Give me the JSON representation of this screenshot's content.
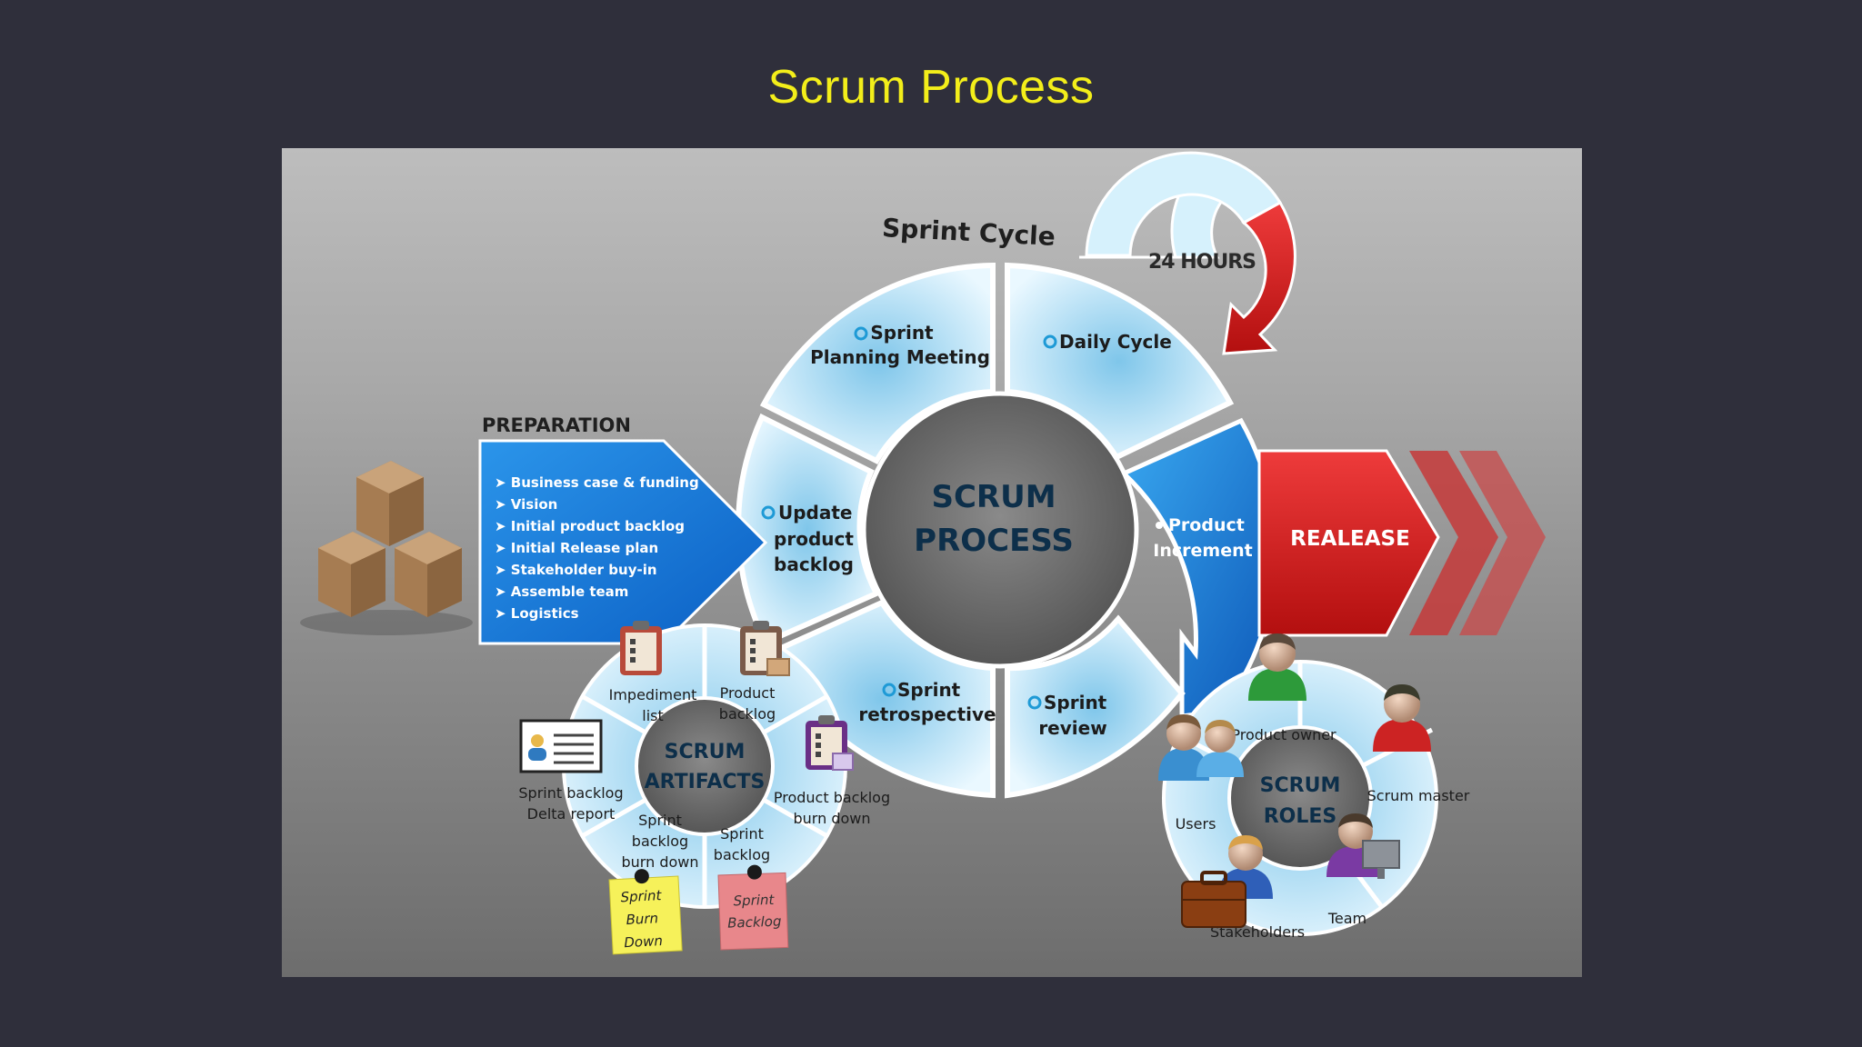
{
  "slide": {
    "title": "Scrum Process"
  },
  "diagram": {
    "sprint_cycle_label": "Sprint Cycle",
    "center": {
      "line1": "SCRUM",
      "line2": "PROCESS"
    },
    "daily_cycle_label": "24 HOURS",
    "segments": {
      "planning": {
        "line1": "Sprint",
        "line2": "Planning Meeting"
      },
      "daily": {
        "line1": "Daily Cycle"
      },
      "increment": {
        "line1": "Product",
        "line2": "Increment"
      },
      "review": {
        "line1": "Sprint",
        "line2": "review"
      },
      "retrospective": {
        "line1": "Sprint",
        "line2": "retrospective"
      },
      "update": {
        "line1": "Update",
        "line2": "product",
        "line3": "backlog"
      }
    },
    "preparation": {
      "heading": "PREPARATION",
      "items": [
        "Business case  & funding",
        "Vision",
        "Initial product backlog",
        "Initial Release plan",
        "Stakeholder buy-in",
        "Assemble team",
        "Logistics"
      ]
    },
    "release_label": "REALEASE",
    "artifacts": {
      "center_line1": "SCRUM",
      "center_line2": "ARTIFACTS",
      "impediment": {
        "line1": "Impediment",
        "line2": "list"
      },
      "product_backlog": {
        "line1": "Product",
        "line2": "backlog"
      },
      "burndown": {
        "line1": "Product backlog",
        "line2": "burn down"
      },
      "sprint_backlog": {
        "line1": "Sprint",
        "line2": "backlog"
      },
      "sprint_burndown": {
        "line1": "Sprint",
        "line2": "backlog",
        "line3": "burn down"
      },
      "delta": {
        "line1": "Sprint backlog",
        "line2": "Delta report"
      },
      "note_yellow": {
        "line1": "Sprint",
        "line2": "Burn",
        "line3": "Down"
      },
      "note_pink": {
        "line1": "Sprint",
        "line2": "Backlog"
      }
    },
    "roles": {
      "center_line1": "SCRUM",
      "center_line2": "ROLES",
      "product_owner": "Product owner",
      "scrum_master": "Scrum master",
      "team": "Team",
      "stakeholders": "Stakeholders",
      "users": "Users"
    }
  },
  "colors": {
    "title": "#f3ee1a",
    "segment_light": "#cfeefb",
    "segment_blue": "#1c74d9",
    "release_red": "#d91e1e",
    "hub_gray": "#6b6b6b"
  }
}
